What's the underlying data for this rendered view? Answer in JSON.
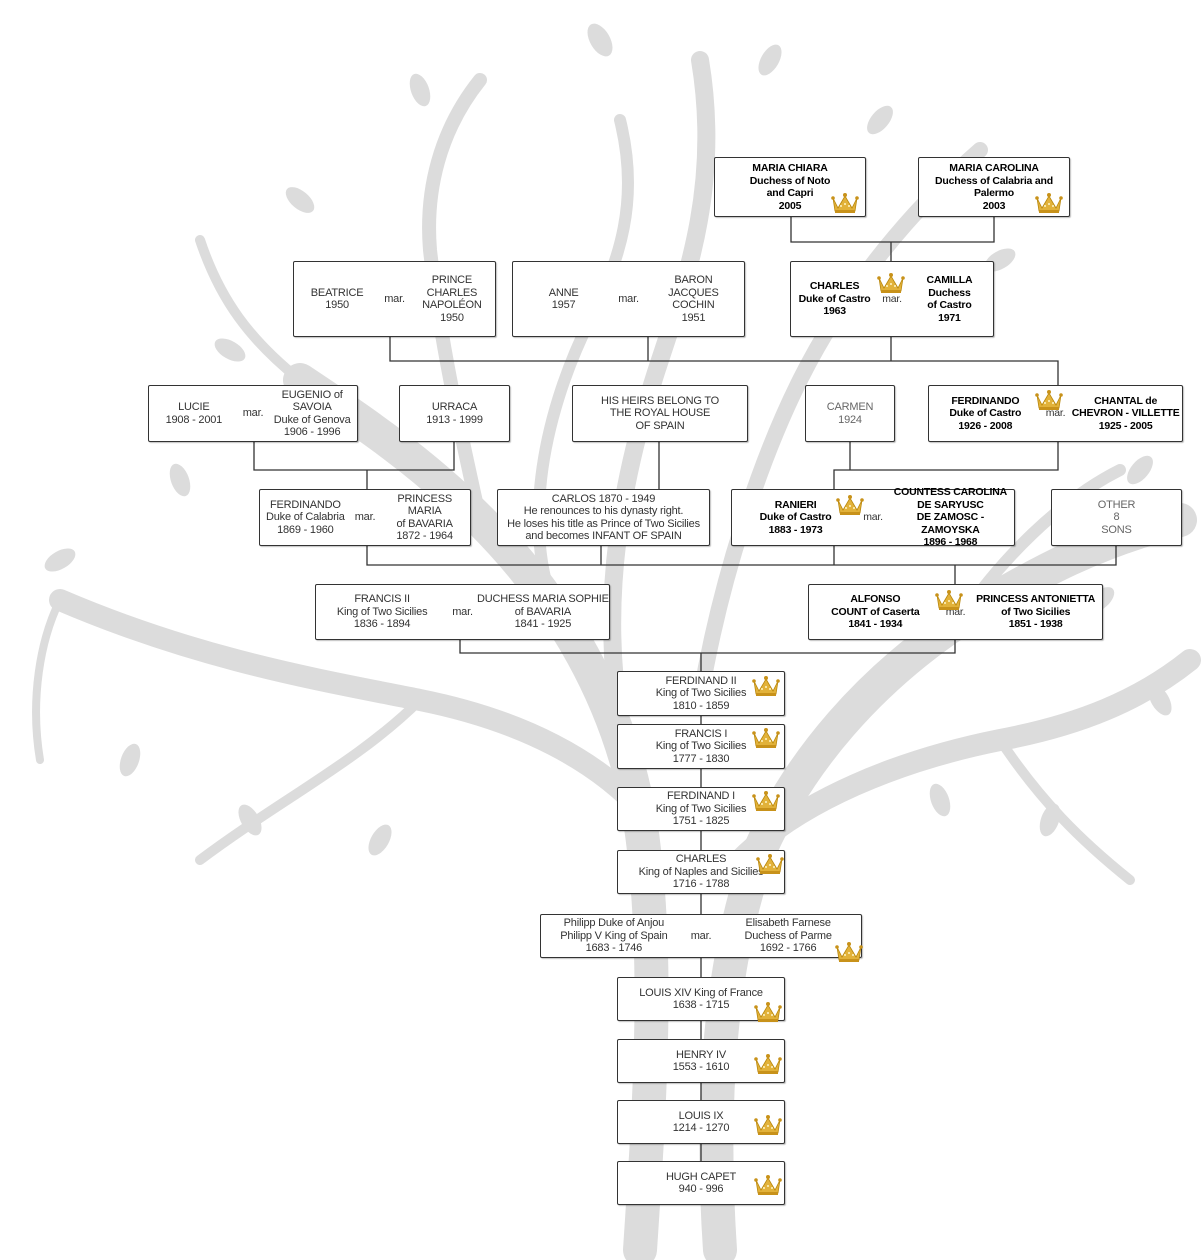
{
  "marriage_label": "mar.",
  "colors": {
    "line": "#333333",
    "tree": "#dcdcdc",
    "crown": "#d9a520"
  },
  "persons": [
    {
      "id": "maria-chiara",
      "bold": true,
      "crown": true,
      "left": [
        "MARIA CHIARA",
        "Duchess of Noto",
        "and Capri",
        "2005"
      ]
    },
    {
      "id": "maria-carolina",
      "bold": true,
      "crown": true,
      "left": [
        "MARIA CAROLINA",
        "Duchess of Calabria and",
        "Palermo",
        "2003"
      ]
    },
    {
      "id": "beatrice",
      "left": [
        "BEATRICE",
        "1950"
      ],
      "right": [
        "PRINCE CHARLES",
        "NAPOLÉON",
        "1950"
      ]
    },
    {
      "id": "anne",
      "left": [
        "ANNE",
        "1957"
      ],
      "right": [
        "BARON",
        "JACQUES",
        "COCHIN",
        "1951"
      ]
    },
    {
      "id": "charles-castro",
      "bold": true,
      "crown": true,
      "left": [
        "CHARLES",
        "Duke of Castro",
        "1963"
      ],
      "right": [
        "CAMILLA",
        "Duchess",
        "of Castro",
        "1971"
      ]
    },
    {
      "id": "lucie",
      "left": [
        "LUCIE",
        "1908 - 2001"
      ],
      "right": [
        "EUGENIO of SAVOIA",
        "Duke of Genova",
        "1906 - 1996"
      ]
    },
    {
      "id": "urraca",
      "left": [
        "URRACA",
        "1913 - 1999"
      ]
    },
    {
      "id": "heirs-spain",
      "left": [
        "HIS HEIRS BELONG TO",
        "THE ROYAL HOUSE",
        "OF SPAIN"
      ]
    },
    {
      "id": "carmen",
      "gray": true,
      "left": [
        "CARMEN",
        "1924"
      ]
    },
    {
      "id": "ferdinando-castro",
      "bold": true,
      "crown": true,
      "left": [
        "FERDINANDO",
        "Duke of Castro",
        "1926 - 2008"
      ],
      "right": [
        "CHANTAL de",
        "CHEVRON - VILLETTE",
        "1925 - 2005"
      ]
    },
    {
      "id": "ferdinando-calabria",
      "left": [
        "FERDINANDO",
        "Duke of Calabria",
        "1869 - 1960"
      ],
      "right": [
        "PRINCESS MARIA",
        "of BAVARIA",
        "1872 - 1964"
      ]
    },
    {
      "id": "carlos",
      "left": [
        "CARLOS 1870 - 1949",
        "He renounces to his dynasty right.",
        "He loses his title as Prince of Two Sicilies",
        "and becomes INFANT OF SPAIN"
      ]
    },
    {
      "id": "ranieri",
      "bold": true,
      "crown": true,
      "left": [
        "RANIERI",
        "Duke of Castro",
        "1883 - 1973"
      ],
      "right": [
        "COUNTESS CAROLINA",
        "DE SARYUSC",
        "DE ZAMOSC - ZAMOYSKA",
        "1896 - 1968"
      ]
    },
    {
      "id": "other-sons",
      "gray": true,
      "left": [
        "OTHER",
        "8",
        "SONS"
      ]
    },
    {
      "id": "francis-ii",
      "left": [
        "FRANCIS II",
        "King of Two Sicilies",
        "1836 - 1894"
      ],
      "right": [
        "DUCHESS MARIA SOPHIE",
        "of BAVARIA",
        "1841 - 1925"
      ]
    },
    {
      "id": "alfonso",
      "bold": true,
      "crown": true,
      "left": [
        "ALFONSO",
        "COUNT of Caserta",
        "1841 - 1934"
      ],
      "right": [
        "PRINCESS ANTONIETTA",
        "of Two Sicilies",
        "1851 - 1938"
      ]
    },
    {
      "id": "ferdinand-ii",
      "crown": true,
      "left": [
        "FERDINAND II",
        "King of Two Sicilies",
        "1810 - 1859"
      ]
    },
    {
      "id": "francis-i",
      "crown": true,
      "left": [
        "FRANCIS I",
        "King of Two Sicilies",
        "1777 - 1830"
      ]
    },
    {
      "id": "ferdinand-i",
      "crown": true,
      "left": [
        "FERDINAND I",
        "King of Two Sicilies",
        "1751 - 1825"
      ]
    },
    {
      "id": "charles-naples",
      "crown": true,
      "left": [
        "CHARLES",
        "King of Naples and Sicilies",
        "1716 - 1788"
      ]
    },
    {
      "id": "philipp",
      "crown": true,
      "left": [
        "Philipp Duke of Anjou",
        "Philipp V King of Spain",
        "1683 - 1746"
      ],
      "right": [
        "Elisabeth Farnese",
        "Duchess of Parme",
        "1692 - 1766"
      ]
    },
    {
      "id": "louis-xiv",
      "crown": true,
      "left": [
        "LOUIS XIV  King of France",
        "1638 - 1715"
      ]
    },
    {
      "id": "henry-iv",
      "crown": true,
      "left": [
        "HENRY IV",
        "1553 - 1610"
      ]
    },
    {
      "id": "louis-ix",
      "crown": true,
      "left": [
        "LOUIS IX",
        "1214 - 1270"
      ]
    },
    {
      "id": "hugh-capet",
      "crown": true,
      "left": [
        "HUGH CAPET",
        "940 - 996"
      ]
    }
  ]
}
